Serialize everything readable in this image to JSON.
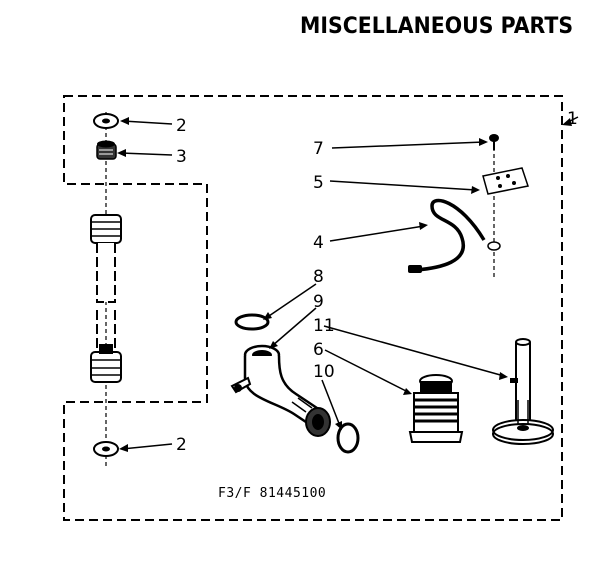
{
  "title": "MISCELLANEOUS PARTS",
  "figure_code": "F3/F 81445100",
  "callouts": {
    "n1": "1",
    "n2a": "2",
    "n3": "3",
    "n2b": "2",
    "n7": "7",
    "n5": "5",
    "n4": "4",
    "n8": "8",
    "n9": "9",
    "n11": "11",
    "n6": "6",
    "n10": "10"
  }
}
